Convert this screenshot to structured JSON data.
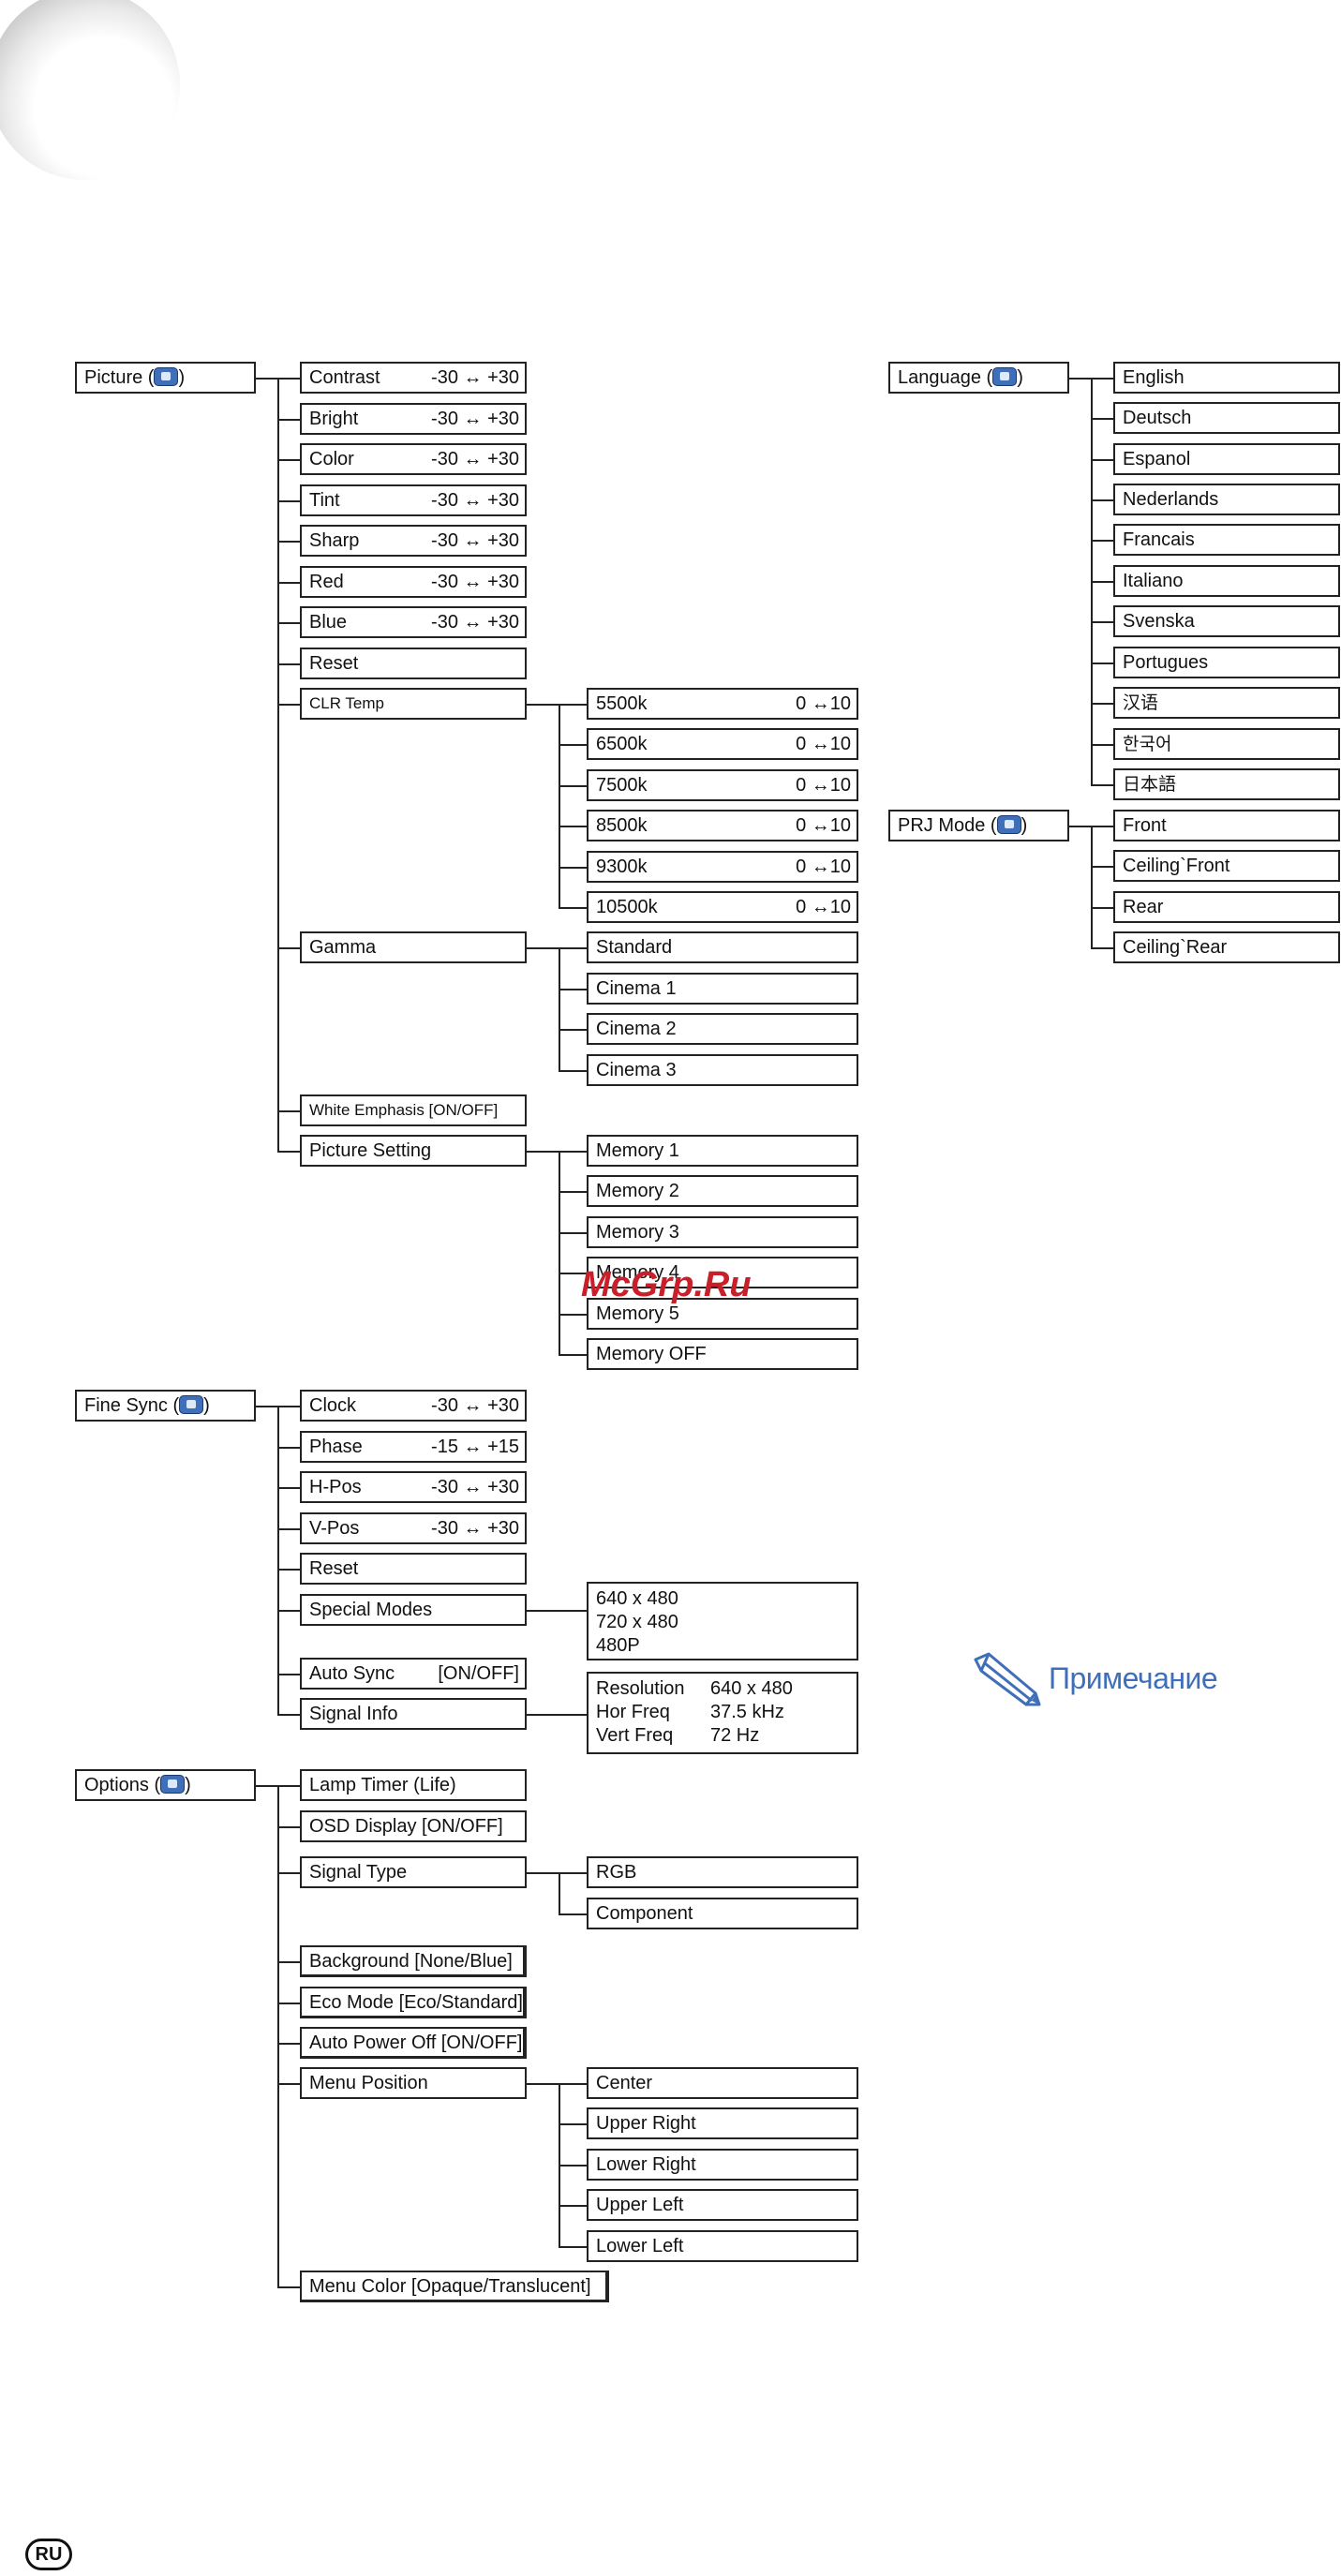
{
  "picture": {
    "label": "Picture (",
    "label_end": ")",
    "icon": "picture-menu-icon",
    "items": [
      {
        "label": "Contrast",
        "range": "-30 ↔ +30"
      },
      {
        "label": "Bright",
        "range": "-30 ↔ +30"
      },
      {
        "label": "Color",
        "range": "-30 ↔ +30"
      },
      {
        "label": "Tint",
        "range": "-30 ↔ +30"
      },
      {
        "label": "Sharp",
        "range": "-30 ↔ +30"
      },
      {
        "label": "Red",
        "range": "-30 ↔ +30"
      },
      {
        "label": "Blue",
        "range": "-30 ↔ +30"
      },
      {
        "label": "Reset",
        "range": ""
      }
    ],
    "clr_temp": {
      "label": "CLR Temp",
      "options": [
        {
          "label": "5500k",
          "range": "0 ↔10"
        },
        {
          "label": "6500k",
          "range": "0 ↔10"
        },
        {
          "label": "7500k",
          "range": "0 ↔10"
        },
        {
          "label": "8500k",
          "range": "0 ↔10"
        },
        {
          "label": "9300k",
          "range": "0 ↔10"
        },
        {
          "label": "10500k",
          "range": "0 ↔10"
        }
      ]
    },
    "gamma": {
      "label": "Gamma",
      "options": [
        "Standard",
        "Cinema 1",
        "Cinema 2",
        "Cinema 3"
      ]
    },
    "white_emphasis": "White Emphasis   [ON/OFF]",
    "picture_setting": {
      "label": "Picture Setting",
      "options": [
        "Memory 1",
        "Memory 2",
        "Memory 3",
        "Memory 4",
        "Memory 5",
        "Memory OFF"
      ]
    }
  },
  "fine_sync": {
    "label": "Fine Sync (",
    "label_end": ")",
    "icon": "fine-sync-menu-icon",
    "items": [
      {
        "label": "Clock",
        "range": "-30 ↔ +30"
      },
      {
        "label": "Phase",
        "range": "-15 ↔ +15"
      },
      {
        "label": "H-Pos",
        "range": "-30 ↔ +30"
      },
      {
        "label": "V-Pos",
        "range": "-30 ↔ +30"
      },
      {
        "label": "Reset",
        "range": ""
      }
    ],
    "special_modes": {
      "label": "Special Modes",
      "options": [
        "640 x 480",
        "720 x 480",
        "480P"
      ]
    },
    "auto_sync": {
      "label": "Auto Sync",
      "range": "[ON/OFF]"
    },
    "signal_info": {
      "label": "Signal Info",
      "rows": [
        {
          "key": "Resolution",
          "value": "640 x 480"
        },
        {
          "key": "Hor Freq",
          "value": "37.5 kHz"
        },
        {
          "key": "Vert Freq",
          "value": "72 Hz"
        }
      ]
    }
  },
  "options": {
    "label": "Options (",
    "label_end": ")",
    "icon": "options-menu-icon",
    "lamp_timer": "Lamp Timer (Life)",
    "osd_display": "OSD Display   [ON/OFF]",
    "signal_type": {
      "label": "Signal Type",
      "options": [
        "RGB",
        "Component"
      ]
    },
    "background": "Background [None/Blue]",
    "eco_mode": "Eco Mode [Eco/Standard]",
    "auto_power_off": "Auto Power Off  [ON/OFF]",
    "menu_position": {
      "label": "Menu Position",
      "options": [
        "Center",
        "Upper Right",
        "Lower Right",
        "Upper Left",
        "Lower Left"
      ]
    },
    "menu_color": "Menu Color [Opaque/Translucent]"
  },
  "language": {
    "label": "Language (",
    "label_end": ")",
    "icon": "language-menu-icon",
    "options": [
      "English",
      "Deutsch",
      "Espanol",
      "Nederlands",
      "Francais",
      "Italiano",
      "Svenska",
      "Portugues",
      "汉语",
      "한국어",
      "日本語"
    ]
  },
  "prj_mode": {
    "label": "PRJ Mode (",
    "label_end": ")",
    "icon": "prj-mode-menu-icon",
    "options": [
      "Front",
      "Ceiling`Front",
      "Rear",
      "Ceiling`Rear"
    ]
  },
  "watermark": "McGrp.Ru",
  "note": {
    "label": "Примечание",
    "icon": "pencil-note-icon",
    "color": "#3f6fb8"
  },
  "footer": {
    "language_badge": "RU"
  }
}
